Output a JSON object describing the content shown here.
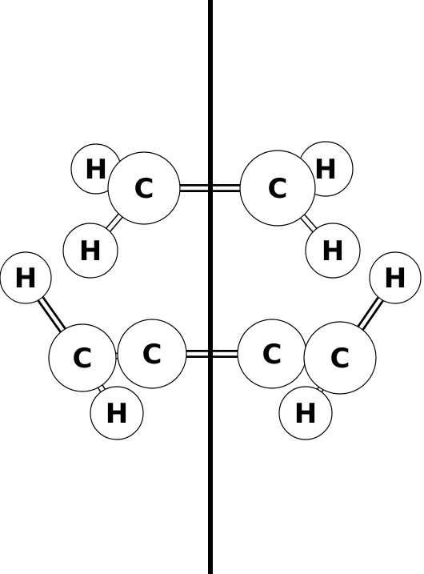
{
  "diagram": {
    "colors": {
      "stroke": "#000000",
      "fill": "#ffffff"
    },
    "atoms": [
      {
        "id": "h1",
        "element": "H",
        "label": "H"
      },
      {
        "id": "c1",
        "element": "C",
        "label": "C"
      },
      {
        "id": "h2",
        "element": "H",
        "label": "H"
      },
      {
        "id": "h3",
        "element": "H",
        "label": "H"
      },
      {
        "id": "c2",
        "element": "C",
        "label": "C"
      },
      {
        "id": "h4",
        "element": "H",
        "label": "H"
      },
      {
        "id": "h5",
        "element": "H",
        "label": "H"
      },
      {
        "id": "c3",
        "element": "C",
        "label": "C"
      },
      {
        "id": "h6",
        "element": "H",
        "label": "H"
      },
      {
        "id": "c4",
        "element": "C",
        "label": "C"
      },
      {
        "id": "h7",
        "element": "H",
        "label": "H"
      },
      {
        "id": "c5",
        "element": "C",
        "label": "C"
      },
      {
        "id": "h8",
        "element": "H",
        "label": "H"
      },
      {
        "id": "c6",
        "element": "C",
        "label": "C"
      }
    ],
    "bonds": [
      {
        "from": "c1",
        "to": "c2",
        "order": 2
      },
      {
        "from": "c1",
        "to": "h2",
        "order": 1
      },
      {
        "from": "c2",
        "to": "h4",
        "order": 1
      },
      {
        "from": "c3",
        "to": "c4",
        "order": 1
      },
      {
        "from": "c3",
        "to": "h5",
        "order": 2
      },
      {
        "from": "c3",
        "to": "h6",
        "order": 1
      },
      {
        "from": "c4",
        "to": "c5",
        "order": 2
      },
      {
        "from": "c5",
        "to": "c6",
        "order": 1
      },
      {
        "from": "c6",
        "to": "h7",
        "order": 2
      },
      {
        "from": "c6",
        "to": "h8",
        "order": 1
      }
    ]
  }
}
